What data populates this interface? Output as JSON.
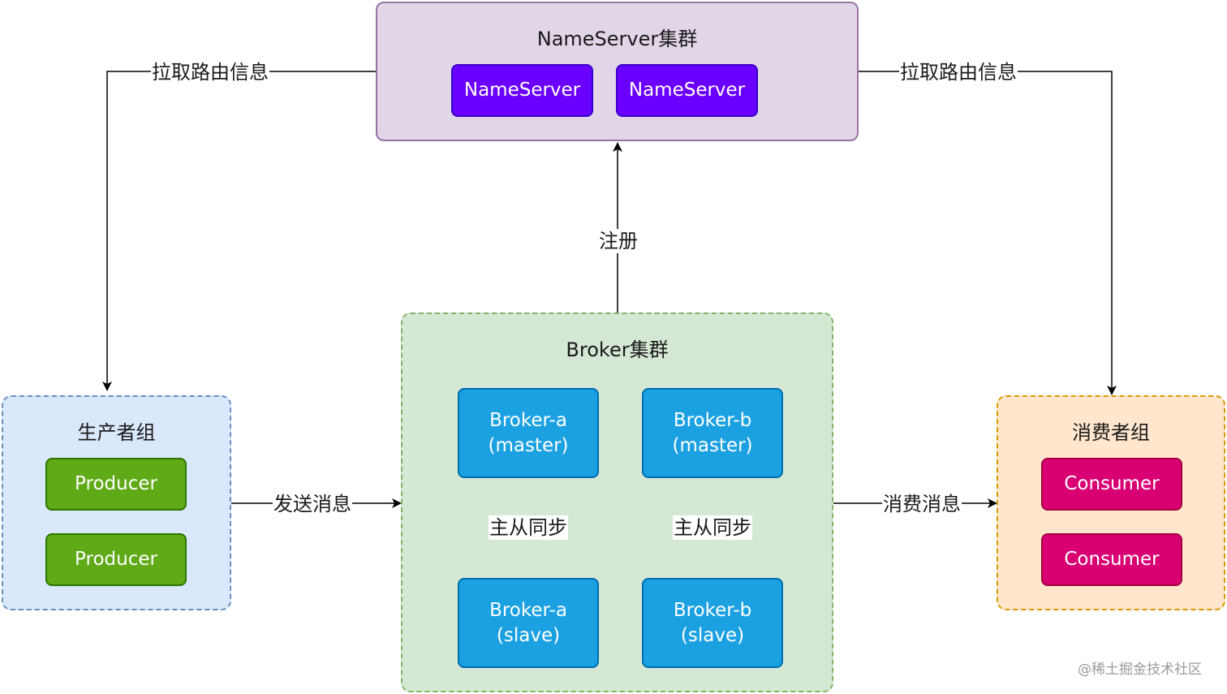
{
  "nameserver_cluster": {
    "title": "NameServer集群",
    "nodes": [
      "NameServer",
      "NameServer"
    ]
  },
  "broker_cluster": {
    "title": "Broker集群",
    "nodes": [
      {
        "name": "Broker-a",
        "role": "(master)"
      },
      {
        "name": "Broker-b",
        "role": "(master)"
      },
      {
        "name": "Broker-a",
        "role": "(slave)"
      },
      {
        "name": "Broker-b",
        "role": "(slave)"
      }
    ]
  },
  "producer_group": {
    "title": "生产者组",
    "nodes": [
      "Producer",
      "Producer"
    ]
  },
  "consumer_group": {
    "title": "消费者组",
    "nodes": [
      "Consumer",
      "Consumer"
    ]
  },
  "edges": {
    "pull_route_left": "拉取路由信息",
    "pull_route_right": "拉取路由信息",
    "register": "注册",
    "send_message": "发送消息",
    "consume_message": "消费消息",
    "sync_a": "主从同步",
    "sync_b": "主从同步"
  },
  "watermark": "@稀土掘金技术社区",
  "colors": {
    "nameserver_group_fill": "#e1d5e7",
    "nameserver_group_stroke": "#9673a6",
    "broker_group_fill": "#d5e8d4",
    "broker_group_stroke": "#82b366",
    "producer_group_fill": "#dae8fc",
    "producer_group_stroke": "#6c8ebf",
    "consumer_group_fill": "#ffe6cc",
    "consumer_group_stroke": "#d79b00",
    "nameserver_node": "#6a00ff",
    "broker_node": "#1ba1e2",
    "producer_node": "#60a917",
    "consumer_node": "#d80073"
  }
}
